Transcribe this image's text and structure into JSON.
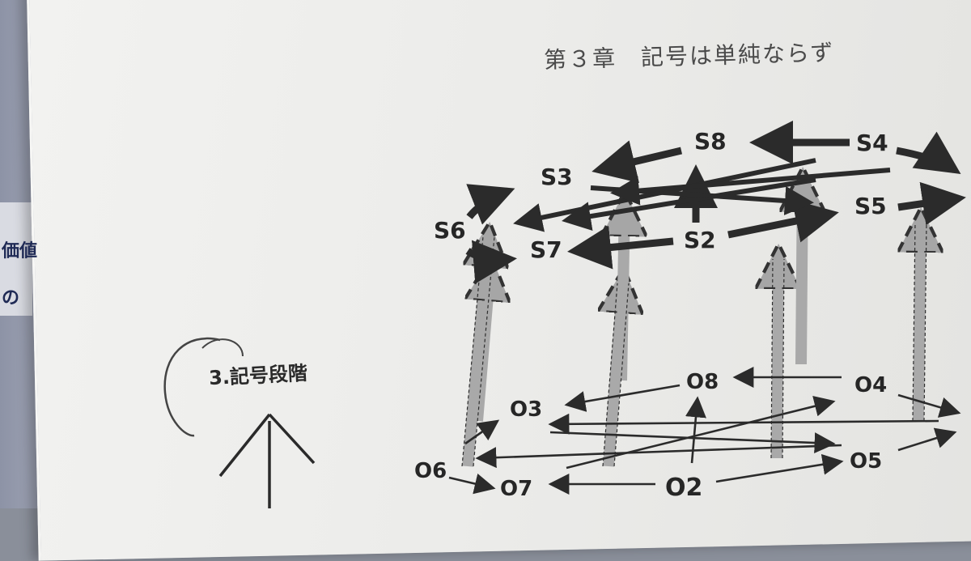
{
  "edge_marks": [
    "価値",
    "の"
  ],
  "header": {
    "title": "第３章　記号は単純ならず"
  },
  "stage_label": "3.記号段階",
  "diagram": {
    "upper_nodes": [
      {
        "id": "s8",
        "label": "S8"
      },
      {
        "id": "s4",
        "label": "S4"
      },
      {
        "id": "s3",
        "label": "S3"
      },
      {
        "id": "s5",
        "label": "S5"
      },
      {
        "id": "s6",
        "label": "S6"
      },
      {
        "id": "s7",
        "label": "S7"
      },
      {
        "id": "s2",
        "label": "S2"
      }
    ],
    "lower_nodes": [
      {
        "id": "o8",
        "label": "O8"
      },
      {
        "id": "o4",
        "label": "O4"
      },
      {
        "id": "o3",
        "label": "O3"
      },
      {
        "id": "o6",
        "label": "O6"
      },
      {
        "id": "o7",
        "label": "O7"
      },
      {
        "id": "o2",
        "label": "O2"
      },
      {
        "id": "o5",
        "label": "O5"
      }
    ]
  }
}
